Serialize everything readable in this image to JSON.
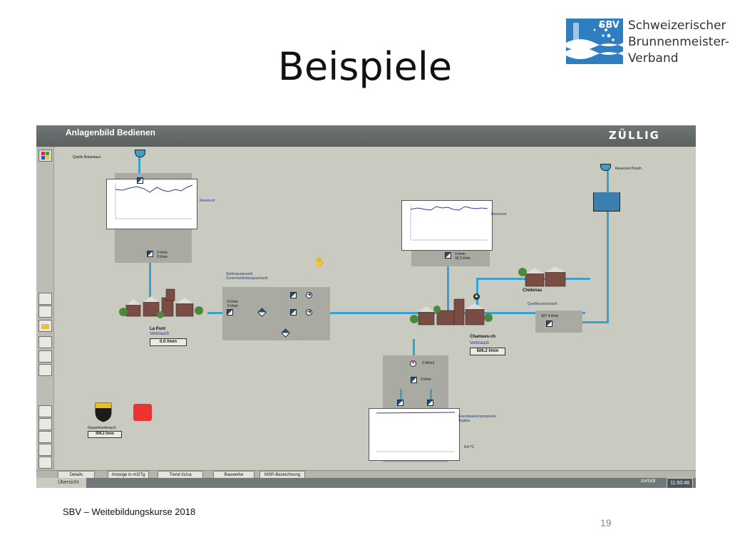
{
  "slide": {
    "title": "Beispiele",
    "footer": "SBV – Weitebildungskurse 2018",
    "page": "19"
  },
  "logo": {
    "mark": "SBV",
    "line1": "Schweizerischer",
    "line2": "Brunnenmeister-",
    "line3": "Verband",
    "color": "#2f7ec2"
  },
  "app": {
    "title": "Anlagenbild Bedienen",
    "brand": "ZÜLLIG",
    "accent_pipe_color": "#3da0cc",
    "labels": {
      "quelle_top": "Quelle Bolamtaux",
      "laPunt": "La Punt",
      "laPunt_sub": "Verbrauch",
      "laPunt_value": "0.0 l/min",
      "stufen": "Stufenpumpwerk",
      "stufen_sub": "Zonenverbindungsschacht",
      "chamues": "Chamues-ch",
      "chamues_sub": "Verbrauch",
      "chamues_value": "506.2 l/min",
      "chiderias": "Chiderias",
      "quellen": "Quellbrunnschacht",
      "quellen_val": "427.4 l/min",
      "reservoir": "Reservoir",
      "punchen": "Reservoir Punch",
      "grund": "Grundwasserpumpwerk",
      "grund_sub": "Seglias",
      "gesamt": "Gesamtverbrauch",
      "gesamt_value": "506.2 l/min",
      "v_left1": "0 l/min",
      "v_left2": "0 l/min",
      "v_left3": "0 l/min",
      "v_right1": "0 l/min",
      "v_right2": "30.2 l/min",
      "v_stufen1": "0 l/min",
      "v_stufen2": "0 l/min",
      "v_grund_press": "0 W/m2",
      "v_grund_flow": "0 l/min",
      "v_temp": "9.4 °C"
    },
    "bottom_buttons": [
      "Details",
      "Anzeige in m3/Tg",
      "Trend l/s/ca",
      "Bauwerke",
      "MSR-Bezeichnung"
    ],
    "tab": "Übersicht",
    "status_nav": "zurück",
    "clock": "11:50:48"
  },
  "icons": {
    "start": "windows-start-icon",
    "toolbar": [
      "edit-icon",
      "copy-icon",
      "folder-icon",
      "search-icon",
      "network-icon",
      "print-icon",
      "chart-icon",
      "valve-icon",
      "pump-icon",
      "list-icon",
      "unit-icon",
      "stop-icon"
    ]
  }
}
